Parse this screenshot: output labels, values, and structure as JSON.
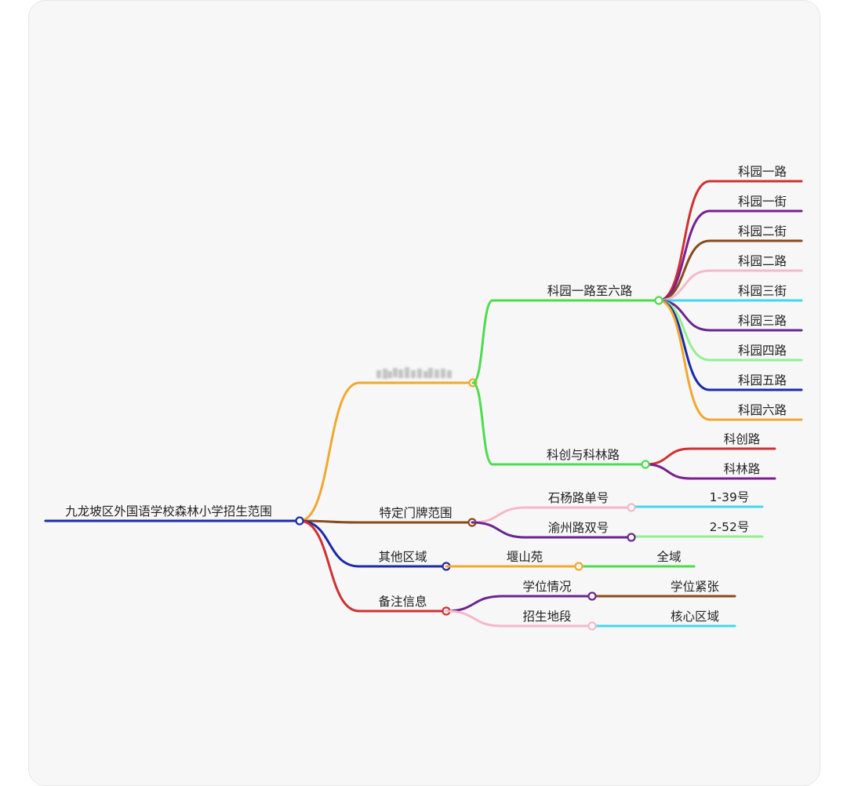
{
  "mindmap": {
    "root": {
      "label": "九龙坡区外国语学校森林小学招生范围",
      "color": "#1a2aa8"
    },
    "branches": [
      {
        "label": "",
        "redacted": true,
        "color": "#f0a830",
        "children": [
          {
            "label": "科园一路至六路",
            "color": "#4ddc4d",
            "children": [
              {
                "label": "科园一路",
                "color": "#d03030"
              },
              {
                "label": "科园一街",
                "color": "#7a2090"
              },
              {
                "label": "科园二街",
                "color": "#8a4a1a"
              },
              {
                "label": "科园二路",
                "color": "#f5b8c8"
              },
              {
                "label": "科园三街",
                "color": "#40d8f0"
              },
              {
                "label": "科园三路",
                "color": "#6a2590"
              },
              {
                "label": "科园四路",
                "color": "#90f090"
              },
              {
                "label": "科园五路",
                "color": "#1a2aa8"
              },
              {
                "label": "科园六路",
                "color": "#f0a830"
              }
            ]
          },
          {
            "label": "科创与科林路",
            "color": "#4ddc4d",
            "children": [
              {
                "label": "科创路",
                "color": "#d03030"
              },
              {
                "label": "科林路",
                "color": "#7a2090"
              }
            ]
          }
        ]
      },
      {
        "label": "特定门牌范围",
        "color": "#8a4a1a",
        "children": [
          {
            "label": "石杨路单号",
            "color": "#f5b8c8",
            "children": [
              {
                "label": "1-39号",
                "color": "#40d8f0"
              }
            ]
          },
          {
            "label": "渝州路双号",
            "color": "#6a2590",
            "children": [
              {
                "label": "2-52号",
                "color": "#90f090"
              }
            ]
          }
        ]
      },
      {
        "label": "其他区域",
        "color": "#1a2aa8",
        "children": [
          {
            "label": "堰山苑",
            "color": "#f0a830",
            "children": [
              {
                "label": "全域",
                "color": "#4ddc4d"
              }
            ]
          }
        ]
      },
      {
        "label": "备注信息",
        "color": "#d03030",
        "children": [
          {
            "label": "学位情况",
            "color": "#6a2590",
            "children": [
              {
                "label": "学位紧张",
                "color": "#8a4a1a"
              }
            ]
          },
          {
            "label": "招生地段",
            "color": "#f5b8c8",
            "children": [
              {
                "label": "核心区域",
                "color": "#40d8f0"
              }
            ]
          }
        ]
      }
    ]
  }
}
